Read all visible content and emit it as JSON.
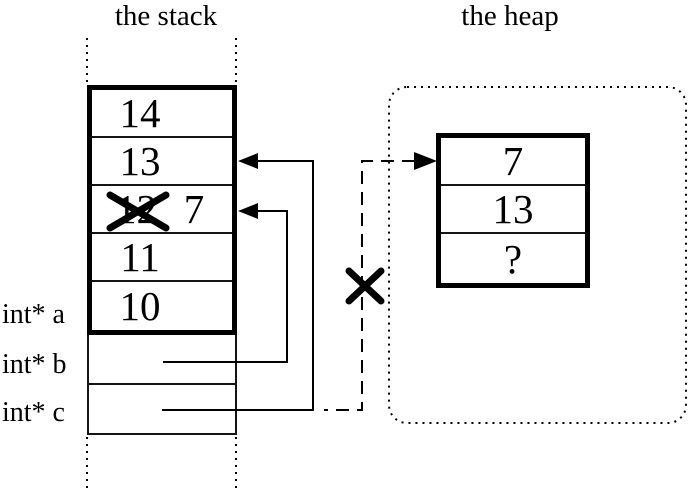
{
  "diagram": {
    "background_color": "#ffffff",
    "line_color": "#000000"
  },
  "stack": {
    "title": "the stack",
    "frame_rows": [
      {
        "value": "14",
        "crossed_out": false
      },
      {
        "value": "13",
        "crossed_out": false
      },
      {
        "value": "12",
        "crossed_out": true,
        "new_value": "7"
      },
      {
        "value": "11",
        "crossed_out": false
      },
      {
        "value": "10",
        "crossed_out": false
      }
    ],
    "pointer_vars": [
      {
        "label": "int* a"
      },
      {
        "label": "int* b"
      },
      {
        "label": "int* c"
      }
    ]
  },
  "heap": {
    "title": "the heap",
    "object_rows": [
      {
        "value": "7"
      },
      {
        "value": "13"
      },
      {
        "value": "?"
      }
    ]
  },
  "icons": {
    "arrowhead": "filled black triangle",
    "cross_out": "thick X mark",
    "dotted_line": "stack extent guide",
    "dashed_line": "invalidated pointer"
  }
}
